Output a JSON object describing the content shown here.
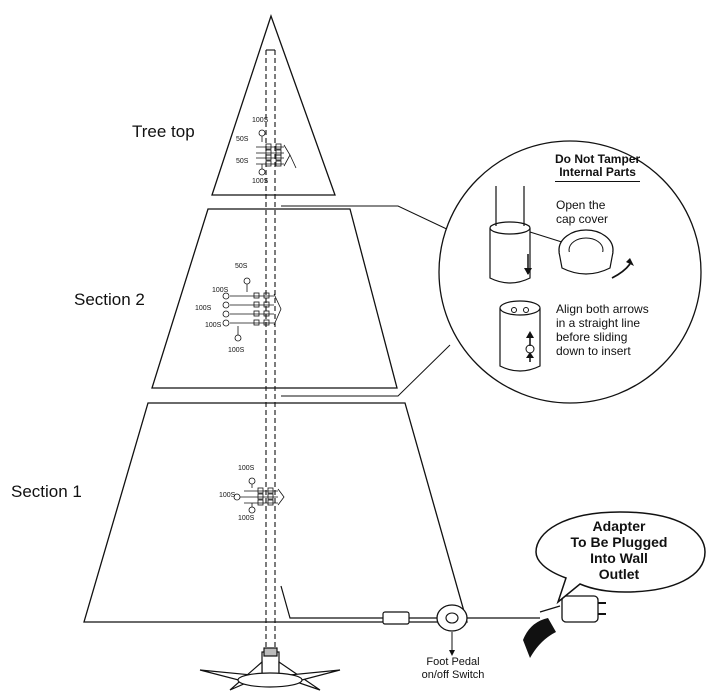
{
  "sections": {
    "tree_top": "Tree top",
    "section_2": "Section 2",
    "section_1": "Section 1"
  },
  "warning": "Do Not Tamper\nInternal Parts",
  "instructions": {
    "open_cap": "Open the\ncap cover",
    "align_arrows": "Align both arrows\nin a straight line\nbefore sliding\ndown to insert"
  },
  "adapter_note": "Adapter\nTo Be Plugged\nInto Wall\nOutlet",
  "foot_pedal": "Foot Pedal\non/off Switch",
  "wattage": {
    "tree_top": [
      "100S",
      "50S",
      "50S",
      "100S"
    ],
    "section_2": [
      "50S",
      "100S",
      "100S",
      "100S",
      "100S"
    ],
    "section_1": [
      "100S",
      "100S",
      "100S"
    ]
  }
}
